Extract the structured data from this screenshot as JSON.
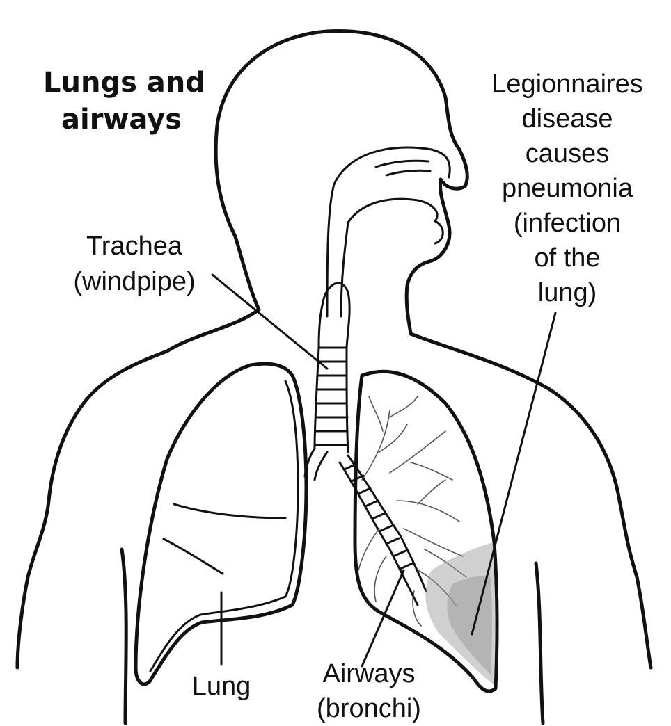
{
  "diagram": {
    "title_line1": "Lungs and",
    "title_line2": "airways",
    "labels": {
      "trachea_line1": "Trachea",
      "trachea_line2": "(windpipe)",
      "lung": "Lung",
      "airways_line1": "Airways",
      "airways_line2": "(bronchi)"
    },
    "note_lines": [
      "Legionnaires",
      "disease",
      "causes",
      "pneumonia",
      "(infection",
      "of the",
      "lung)"
    ],
    "colors": {
      "outline": "#111111",
      "infection_shading": "#9a9a9a",
      "background": "#ffffff"
    }
  }
}
